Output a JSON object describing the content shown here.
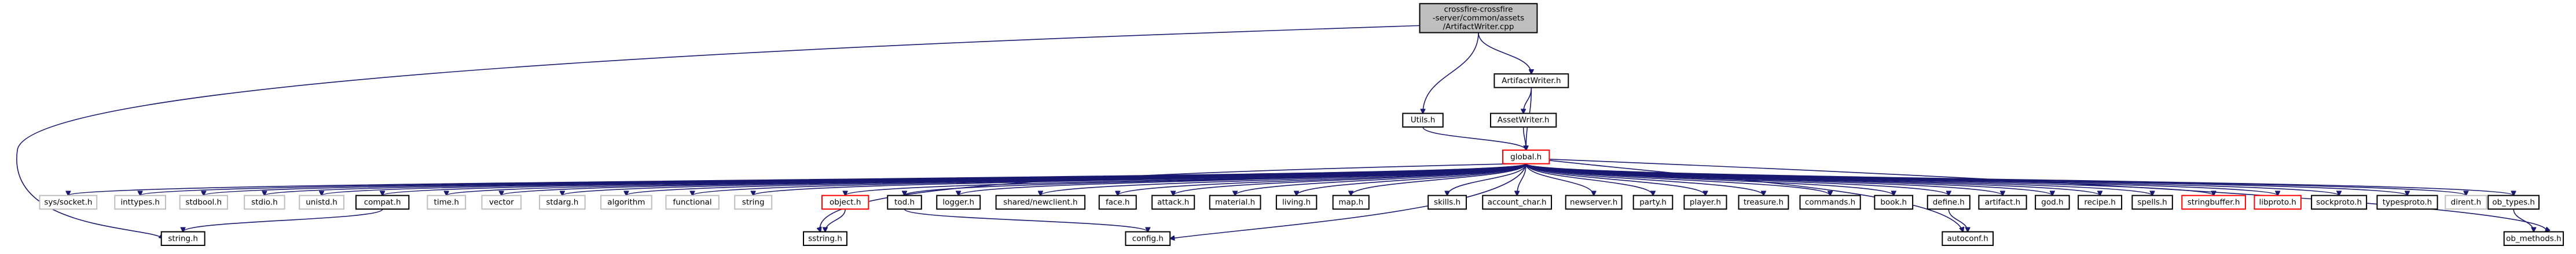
{
  "root": {
    "label": "crossfire-crossfire-server/common/assets/ArtifactWriter.cpp",
    "lines": [
      "crossfire-crossfire",
      "-server/common/assets",
      "/ArtifactWriter.cpp"
    ]
  },
  "colors": {
    "edge": "#191970",
    "root_fill": "#bfbfbf",
    "node_border": "#000000",
    "missing_border": "#bfbfbf",
    "incomplete_border": "#ff0000",
    "background": "#ffffff"
  },
  "nodes": {
    "string_h": {
      "label": "string.h",
      "style": "normal"
    },
    "artifactwriter_h": {
      "label": "ArtifactWriter.h",
      "style": "normal"
    },
    "utils_h": {
      "label": "Utils.h",
      "style": "normal"
    },
    "assetwriter_h": {
      "label": "AssetWriter.h",
      "style": "normal"
    },
    "global_h": {
      "label": "global.h",
      "style": "incomplete"
    },
    "sys_socket_h": {
      "label": "sys/socket.h",
      "style": "missing"
    },
    "inttypes_h": {
      "label": "inttypes.h",
      "style": "missing"
    },
    "stdbool_h": {
      "label": "stdbool.h",
      "style": "missing"
    },
    "stdio_h": {
      "label": "stdio.h",
      "style": "missing"
    },
    "unistd_h": {
      "label": "unistd.h",
      "style": "missing"
    },
    "compat_h": {
      "label": "compat.h",
      "style": "normal"
    },
    "time_h": {
      "label": "time.h",
      "style": "missing"
    },
    "vector": {
      "label": "vector",
      "style": "missing"
    },
    "stdarg_h": {
      "label": "stdarg.h",
      "style": "missing"
    },
    "algorithm": {
      "label": "algorithm",
      "style": "missing"
    },
    "functional": {
      "label": "functional",
      "style": "missing"
    },
    "string": {
      "label": "string",
      "style": "missing"
    },
    "object_h": {
      "label": "object.h",
      "style": "incomplete"
    },
    "tod_h": {
      "label": "tod.h",
      "style": "normal"
    },
    "logger_h": {
      "label": "logger.h",
      "style": "normal"
    },
    "shared_newclient_h": {
      "label": "shared/newclient.h",
      "style": "normal"
    },
    "face_h": {
      "label": "face.h",
      "style": "normal"
    },
    "attack_h": {
      "label": "attack.h",
      "style": "normal"
    },
    "material_h": {
      "label": "material.h",
      "style": "normal"
    },
    "living_h": {
      "label": "living.h",
      "style": "normal"
    },
    "map_h": {
      "label": "map.h",
      "style": "normal"
    },
    "skills_h": {
      "label": "skills.h",
      "style": "normal"
    },
    "account_char_h": {
      "label": "account_char.h",
      "style": "normal"
    },
    "newserver_h": {
      "label": "newserver.h",
      "style": "normal"
    },
    "party_h": {
      "label": "party.h",
      "style": "normal"
    },
    "player_h": {
      "label": "player.h",
      "style": "normal"
    },
    "treasure_h": {
      "label": "treasure.h",
      "style": "normal"
    },
    "commands_h": {
      "label": "commands.h",
      "style": "normal"
    },
    "book_h": {
      "label": "book.h",
      "style": "normal"
    },
    "define_h": {
      "label": "define.h",
      "style": "normal"
    },
    "artifact_h": {
      "label": "artifact.h",
      "style": "normal"
    },
    "god_h": {
      "label": "god.h",
      "style": "normal"
    },
    "recipe_h": {
      "label": "recipe.h",
      "style": "normal"
    },
    "spells_h": {
      "label": "spells.h",
      "style": "normal"
    },
    "stringbuffer_h": {
      "label": "stringbuffer.h",
      "style": "incomplete"
    },
    "libproto_h": {
      "label": "libproto.h",
      "style": "incomplete"
    },
    "sockproto_h": {
      "label": "sockproto.h",
      "style": "normal"
    },
    "typesproto_h": {
      "label": "typesproto.h",
      "style": "normal"
    },
    "dirent_h": {
      "label": "dirent.h",
      "style": "missing"
    },
    "ob_types_h": {
      "label": "ob_types.h",
      "style": "normal"
    },
    "sstring_h": {
      "label": "sstring.h",
      "style": "normal"
    },
    "config_h": {
      "label": "config.h",
      "style": "normal"
    },
    "autoconf_h": {
      "label": "autoconf.h",
      "style": "normal"
    },
    "ob_methods_h": {
      "label": "ob_methods.h",
      "style": "normal"
    }
  },
  "edges": [
    [
      "root",
      "string_h"
    ],
    [
      "root",
      "artifactwriter_h"
    ],
    [
      "root",
      "utils_h"
    ],
    [
      "artifactwriter_h",
      "assetwriter_h"
    ],
    [
      "artifactwriter_h",
      "global_h"
    ],
    [
      "utils_h",
      "global_h"
    ],
    [
      "assetwriter_h",
      "global_h"
    ],
    [
      "global_h",
      "sys_socket_h"
    ],
    [
      "global_h",
      "inttypes_h"
    ],
    [
      "global_h",
      "stdbool_h"
    ],
    [
      "global_h",
      "stdio_h"
    ],
    [
      "global_h",
      "unistd_h"
    ],
    [
      "global_h",
      "compat_h"
    ],
    [
      "global_h",
      "time_h"
    ],
    [
      "global_h",
      "vector"
    ],
    [
      "global_h",
      "stdarg_h"
    ],
    [
      "global_h",
      "algorithm"
    ],
    [
      "global_h",
      "functional"
    ],
    [
      "global_h",
      "string"
    ],
    [
      "global_h",
      "object_h"
    ],
    [
      "global_h",
      "tod_h"
    ],
    [
      "global_h",
      "logger_h"
    ],
    [
      "global_h",
      "shared_newclient_h"
    ],
    [
      "global_h",
      "face_h"
    ],
    [
      "global_h",
      "attack_h"
    ],
    [
      "global_h",
      "material_h"
    ],
    [
      "global_h",
      "living_h"
    ],
    [
      "global_h",
      "map_h"
    ],
    [
      "global_h",
      "skills_h"
    ],
    [
      "global_h",
      "account_char_h"
    ],
    [
      "global_h",
      "newserver_h"
    ],
    [
      "global_h",
      "party_h"
    ],
    [
      "global_h",
      "player_h"
    ],
    [
      "global_h",
      "treasure_h"
    ],
    [
      "global_h",
      "commands_h"
    ],
    [
      "global_h",
      "book_h"
    ],
    [
      "global_h",
      "define_h"
    ],
    [
      "global_h",
      "artifact_h"
    ],
    [
      "global_h",
      "god_h"
    ],
    [
      "global_h",
      "recipe_h"
    ],
    [
      "global_h",
      "spells_h"
    ],
    [
      "global_h",
      "stringbuffer_h"
    ],
    [
      "global_h",
      "libproto_h"
    ],
    [
      "global_h",
      "sockproto_h"
    ],
    [
      "global_h",
      "typesproto_h"
    ],
    [
      "global_h",
      "dirent_h"
    ],
    [
      "global_h",
      "ob_types_h"
    ],
    [
      "global_h",
      "ob_methods_h"
    ],
    [
      "global_h",
      "sstring_h"
    ],
    [
      "global_h",
      "config_h"
    ],
    [
      "global_h",
      "autoconf_h"
    ],
    [
      "compat_h",
      "string_h"
    ],
    [
      "object_h",
      "sstring_h"
    ],
    [
      "tod_h",
      "config_h"
    ],
    [
      "define_h",
      "autoconf_h"
    ],
    [
      "ob_types_h",
      "ob_methods_h"
    ]
  ]
}
